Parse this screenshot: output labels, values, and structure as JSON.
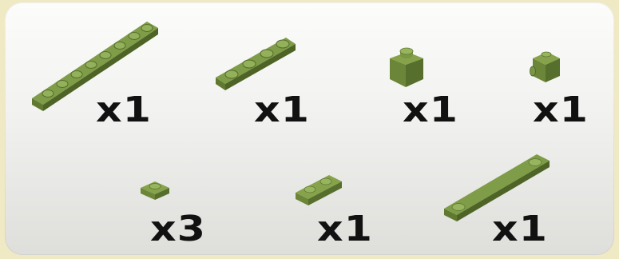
{
  "parts_list": {
    "brick_color": "#6e8a3a",
    "items": [
      {
        "part_icon": "plate-1x8-icon",
        "qty": "x1"
      },
      {
        "part_icon": "plate-1x4-icon",
        "qty": "x1"
      },
      {
        "part_icon": "brick-1x1-icon",
        "qty": "x1"
      },
      {
        "part_icon": "brick-1x1-side-stud-icon",
        "qty": "x1"
      },
      {
        "part_icon": "plate-1x1-icon",
        "qty": "x3"
      },
      {
        "part_icon": "plate-1x2-icon",
        "qty": "x1"
      },
      {
        "part_icon": "tile-1x6-icon",
        "qty": "x1"
      }
    ]
  }
}
